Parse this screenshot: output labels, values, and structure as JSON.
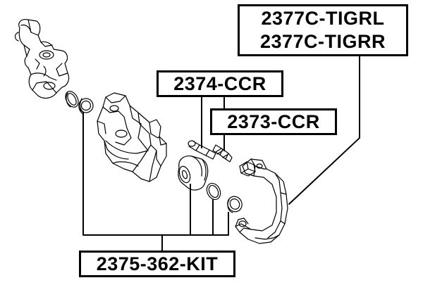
{
  "labels": {
    "caliper_guide": {
      "line1": "2377C-TIGRL",
      "line2": "2377C-TIGRR"
    },
    "guide_bolt_boot": "2374-CCR",
    "guide_pin": "2373-CCR",
    "repair_kit": "2375-362-KIT"
  },
  "colors": {
    "line": "#000000",
    "background": "#ffffff"
  }
}
